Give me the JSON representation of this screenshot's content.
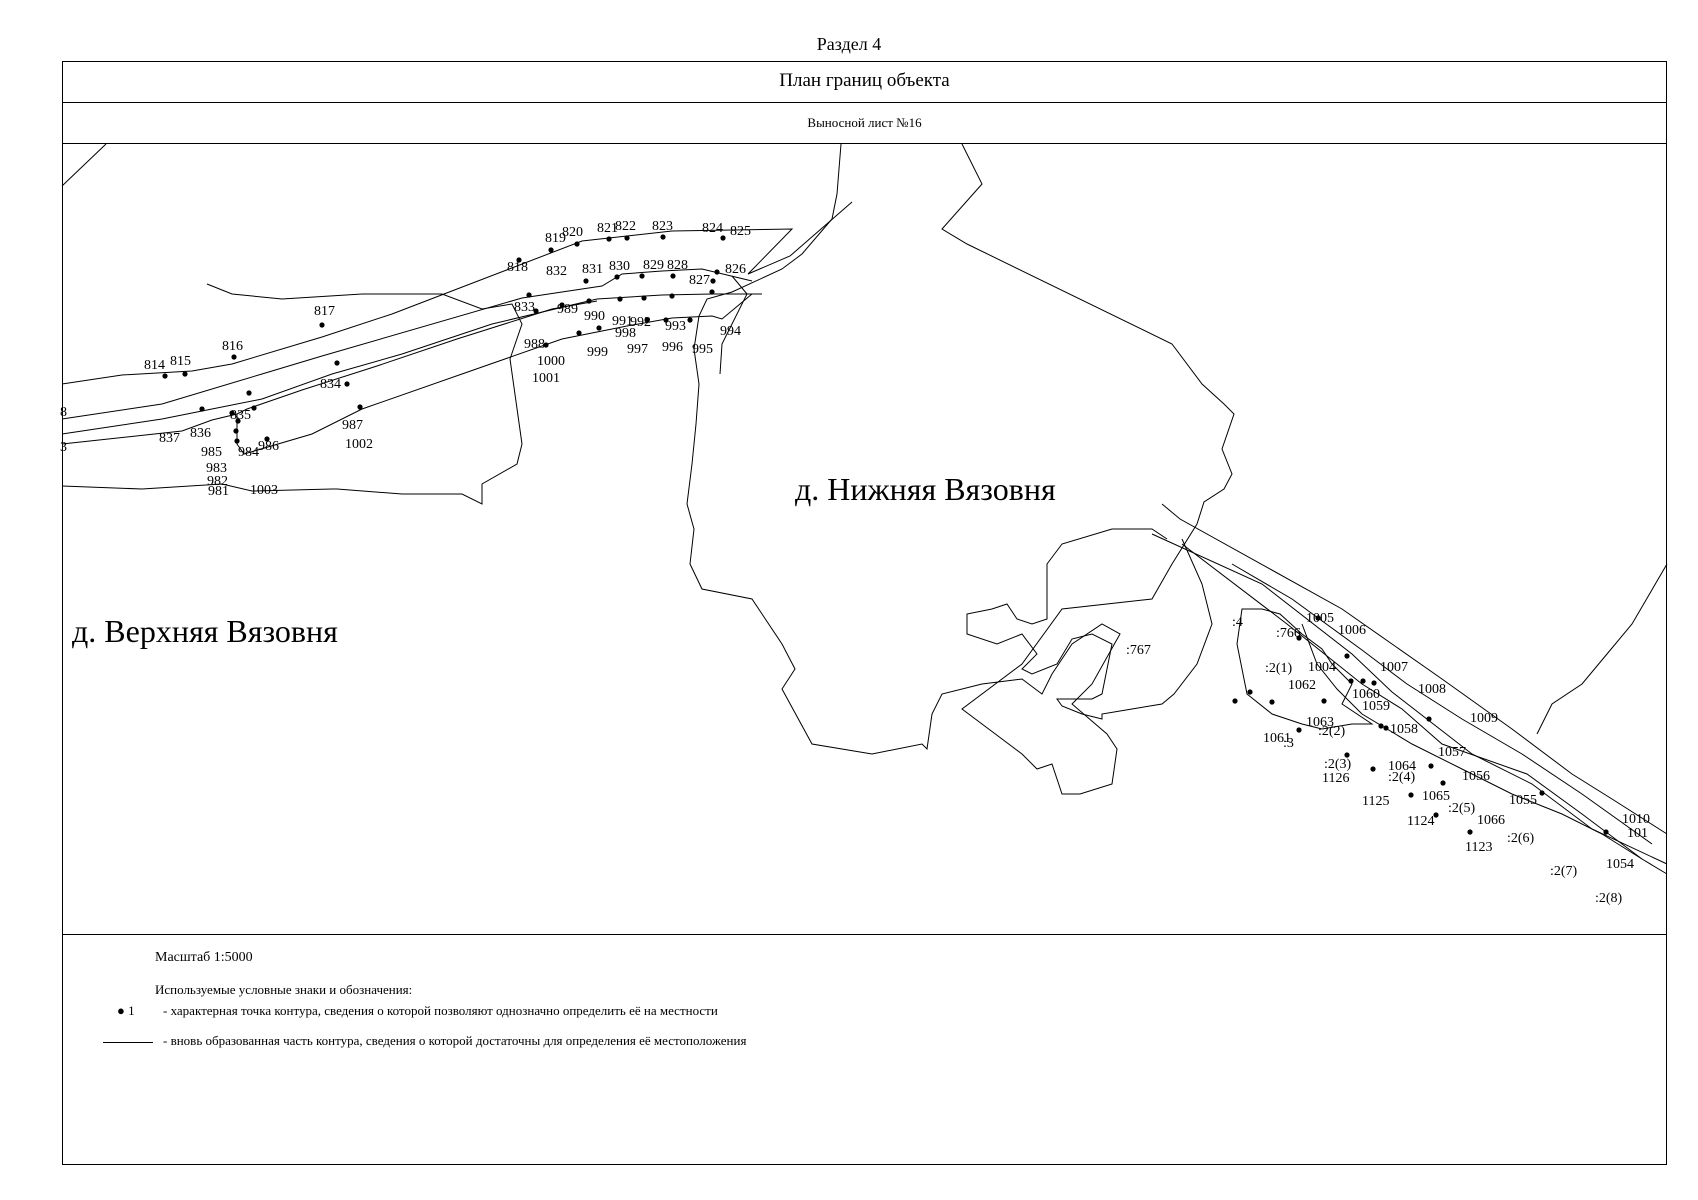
{
  "header": {
    "section": "Раздел 4",
    "title": "План границ объекта",
    "sheet": "Выносной лист №16"
  },
  "map": {
    "settlements": [
      "д. Нижняя Вязовня",
      "д. Верхняя Вязовня"
    ],
    "parcels": [
      ":767",
      ":766",
      ":4",
      ":3",
      ":2(1)",
      ":2(2)",
      ":2(3)",
      ":2(4)",
      ":2(5)",
      ":2(6)",
      ":2(7)",
      ":2(8)"
    ],
    "point_labels": [
      "814",
      "815",
      "816",
      "817",
      "818",
      "819",
      "820",
      "821",
      "822",
      "823",
      "824",
      "825",
      "826",
      "827",
      "828",
      "829",
      "830",
      "831",
      "832",
      "833",
      "834",
      "835",
      "836",
      "837",
      "981",
      "982",
      "983",
      "984",
      "985",
      "986",
      "987",
      "988",
      "989",
      "990",
      "991",
      "992",
      "993",
      "994",
      "995",
      "996",
      "997",
      "998",
      "999",
      "1000",
      "1001",
      "1002",
      "1003",
      "1004",
      "1005",
      "1006",
      "1007",
      "1008",
      "1009",
      "1010",
      "101",
      "1054",
      "1055",
      "1056",
      "1057",
      "1058",
      "1059",
      "1060",
      "1061",
      "1062",
      "1063",
      "1064",
      "1065",
      "1066",
      "1123",
      "1124",
      "1125",
      "1126",
      "3",
      "8"
    ]
  },
  "legend": {
    "scale": "Масштаб 1:5000",
    "title": "Используемые условные знаки и обозначения:",
    "point_symbol": "1",
    "point_text": "- характерная точка контура, сведения о которой позволяют однозначно определить её на местности",
    "line_text": "- вновь образованная часть контура, сведения о которой достаточны для определения её местоположения"
  }
}
